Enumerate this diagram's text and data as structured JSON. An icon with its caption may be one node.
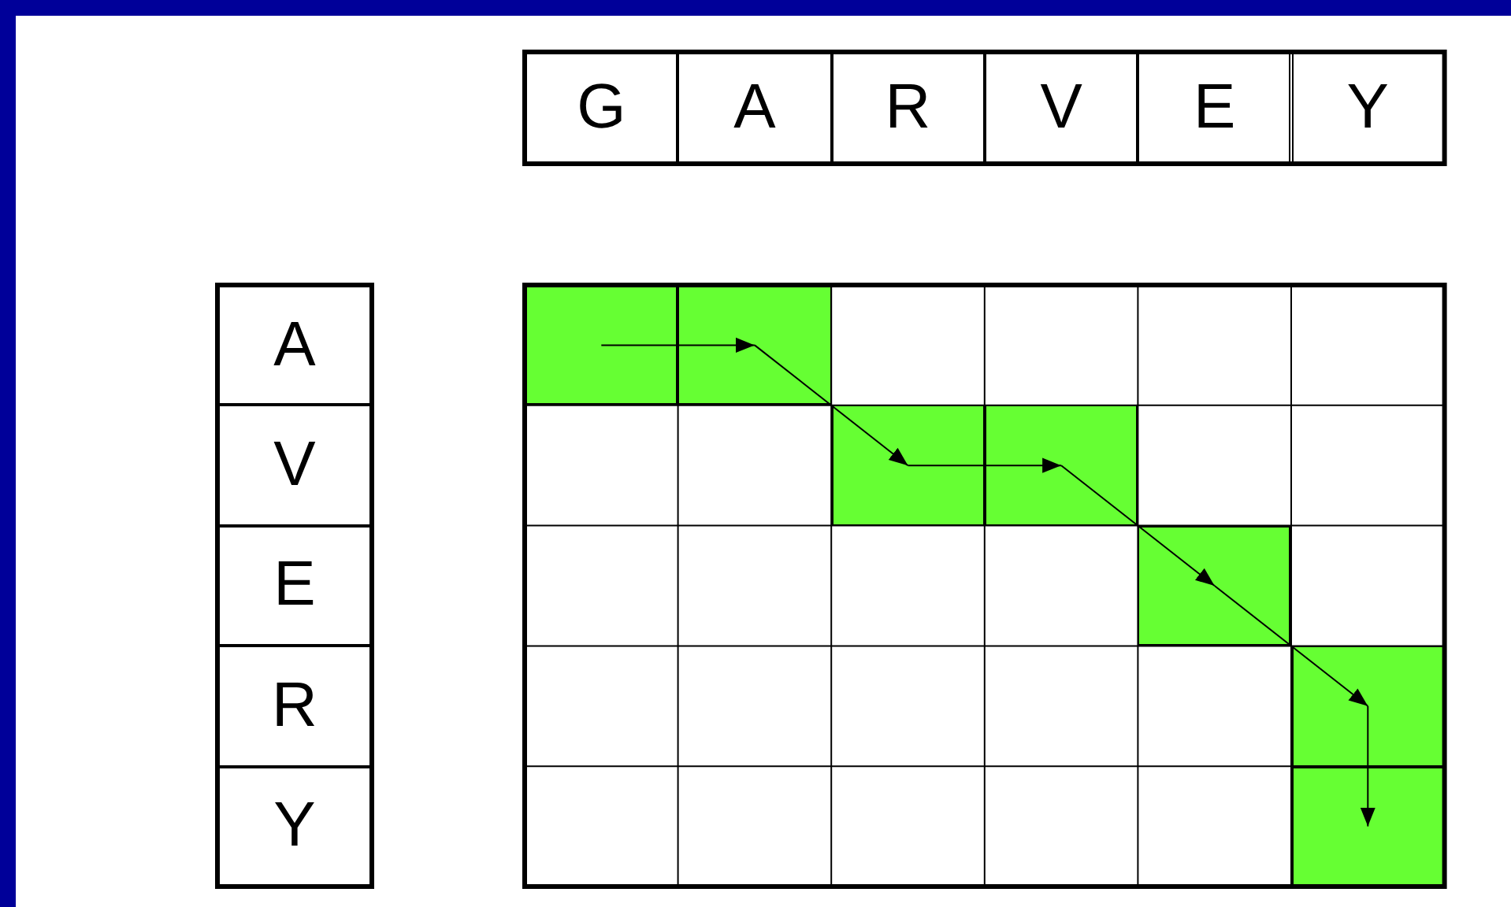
{
  "diagram": {
    "nodes": [
      {
        "text": [
          "G"
        ]
      },
      {
        "text": [
          "A"
        ]
      },
      {
        "text": [
          "R"
        ]
      },
      {
        "text": [
          "V"
        ]
      },
      {
        "text": [
          "E"
        ]
      },
      {
        "text": [
          "Y"
        ]
      },
      {
        "text": [
          "A"
        ]
      },
      {
        "text": [
          "V"
        ]
      },
      {
        "text": [
          "E"
        ]
      },
      {
        "text": [
          "R"
        ]
      },
      {
        "text": [
          "Y"
        ]
      },
      {
        "text": [],
        "shape": "box"
      },
      {
        "text": [],
        "shape": "box"
      },
      {
        "text": [],
        "shape": "box"
      },
      {
        "text": [],
        "shape": "box"
      },
      {
        "text": [],
        "shape": "box"
      },
      {
        "text": [],
        "shape": "box"
      },
      {
        "text": [],
        "shape": "box"
      }
    ],
    "edges": [
      {
        "from": 11,
        "to": 12,
        "arrow": "to"
      },
      {
        "from": 12,
        "to": 13,
        "arrow": "to"
      },
      {
        "from": 13,
        "to": 14,
        "arrow": "to"
      },
      {
        "from": 14,
        "to": 15,
        "arrow": "to"
      },
      {
        "from": 15,
        "to": 16,
        "arrow": "to"
      },
      {
        "from": 16,
        "to": 17,
        "arrow": "to"
      }
    ]
  }
}
